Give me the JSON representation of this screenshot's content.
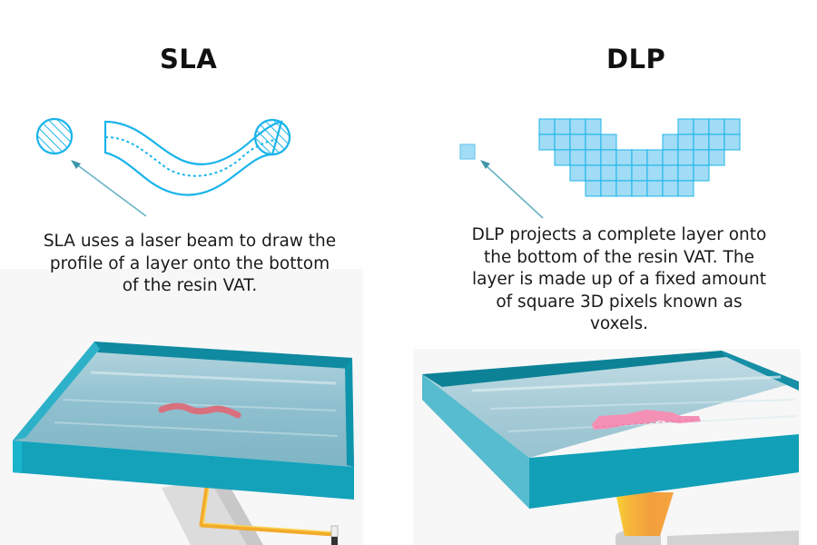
{
  "sla": {
    "title": "SLA",
    "caption": "SLA uses a laser beam to draw the\nprofile of a layer onto the bottom\nof the resin VAT."
  },
  "dlp": {
    "title": "DLP",
    "caption": "DLP projects a complete layer onto\nthe bottom of the resin VAT. The\nlayer is made up of a fixed amount\nof square 3D pixels known as\nvoxels.",
    "voxel_rows": [
      [
        0,
        1,
        2,
        3,
        9,
        10,
        11,
        12
      ],
      [
        0,
        1,
        2,
        3,
        4,
        8,
        9,
        10,
        11,
        12
      ],
      [
        1,
        2,
        3,
        4,
        5,
        6,
        7,
        8,
        9,
        10,
        11
      ],
      [
        2,
        3,
        4,
        5,
        6,
        7,
        8,
        9,
        10
      ],
      [
        3,
        4,
        5,
        6,
        7,
        8,
        9
      ]
    ]
  },
  "colors": {
    "line_blue": "#1ab4ea",
    "arrow": "#6ab3c4",
    "voxel_fill": "#9fdcf5",
    "vat_teal": "#14a2bb",
    "vat_dark": "#0e7f93",
    "resin": "#9ec6d2",
    "sla_print": "#d9707e",
    "dlp_print": "#f48fb1",
    "laser_arm": "#f5b62f",
    "cone": "#f4a03a"
  }
}
